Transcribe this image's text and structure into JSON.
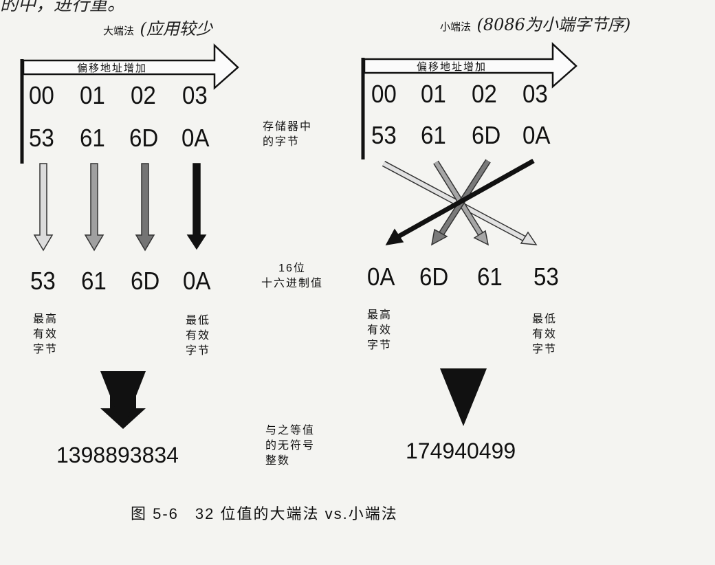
{
  "top_scribble": "的中，进行重。",
  "big_endian": {
    "title": "大端法",
    "note": "(应用较少",
    "header": "偏移地址增加",
    "offsets": [
      "00",
      "01",
      "02",
      "03"
    ],
    "bytes": [
      "53",
      "61",
      "6D",
      "0A"
    ],
    "hex": [
      "53",
      "61",
      "6D",
      "0A"
    ],
    "msb_label": "最高\n有效\n字节",
    "lsb_label": "最低\n有效\n字节",
    "value": "1398893834"
  },
  "little_endian": {
    "title": "小端法",
    "note": "(8086为小端字节序)",
    "header": "偏移地址增加",
    "offsets": [
      "00",
      "01",
      "02",
      "03"
    ],
    "bytes": [
      "53",
      "61",
      "6D",
      "0A"
    ],
    "hex": [
      "0A",
      "6D",
      "61",
      "53"
    ],
    "msb_label": "最高\n有效\n字节",
    "lsb_label": "最低\n有效\n字节",
    "value": "174940499"
  },
  "middle": {
    "memory_bytes": "存储器中\n的字节",
    "hex16": "16位\n十六进制值",
    "unsigned": "与之等值\n的无符号\n整数"
  },
  "caption": "图 5-6　32 位值的大端法 vs.小端法",
  "colors": {
    "arrow_light": "#d8d8d8",
    "arrow_mid": "#9a9a9a",
    "arrow_dark": "#6e6e6e",
    "arrow_black": "#111111"
  }
}
